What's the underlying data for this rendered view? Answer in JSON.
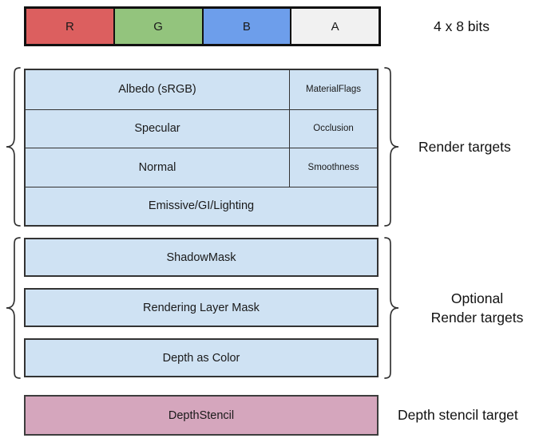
{
  "channel_bar": {
    "cells": [
      "R",
      "G",
      "B",
      "A"
    ],
    "label": "4 x 8 bits"
  },
  "render_targets": {
    "label": "Render targets",
    "rows": [
      {
        "main": "Albedo (sRGB)",
        "alpha": "MaterialFlags"
      },
      {
        "main": "Specular",
        "alpha": "Occlusion"
      },
      {
        "main": "Normal",
        "alpha": "Smoothness"
      },
      {
        "main": "Emissive/GI/Lighting"
      }
    ]
  },
  "optional_targets": {
    "label_line1": "Optional",
    "label_line2": "Render targets",
    "rows": [
      "ShadowMask",
      "Rendering Layer Mask",
      "Depth as Color"
    ]
  },
  "depth_stencil": {
    "cell": "DepthStencil",
    "label": "Depth stencil target"
  },
  "colors": {
    "red_channel": "#dc5f5f",
    "green_channel": "#93c47d",
    "blue_channel": "#6d9eeb",
    "alpha_channel": "#f1f1f1",
    "target_fill": "#cfe2f3",
    "depth_stencil_fill": "#d5a6bd",
    "border": "#333333"
  }
}
